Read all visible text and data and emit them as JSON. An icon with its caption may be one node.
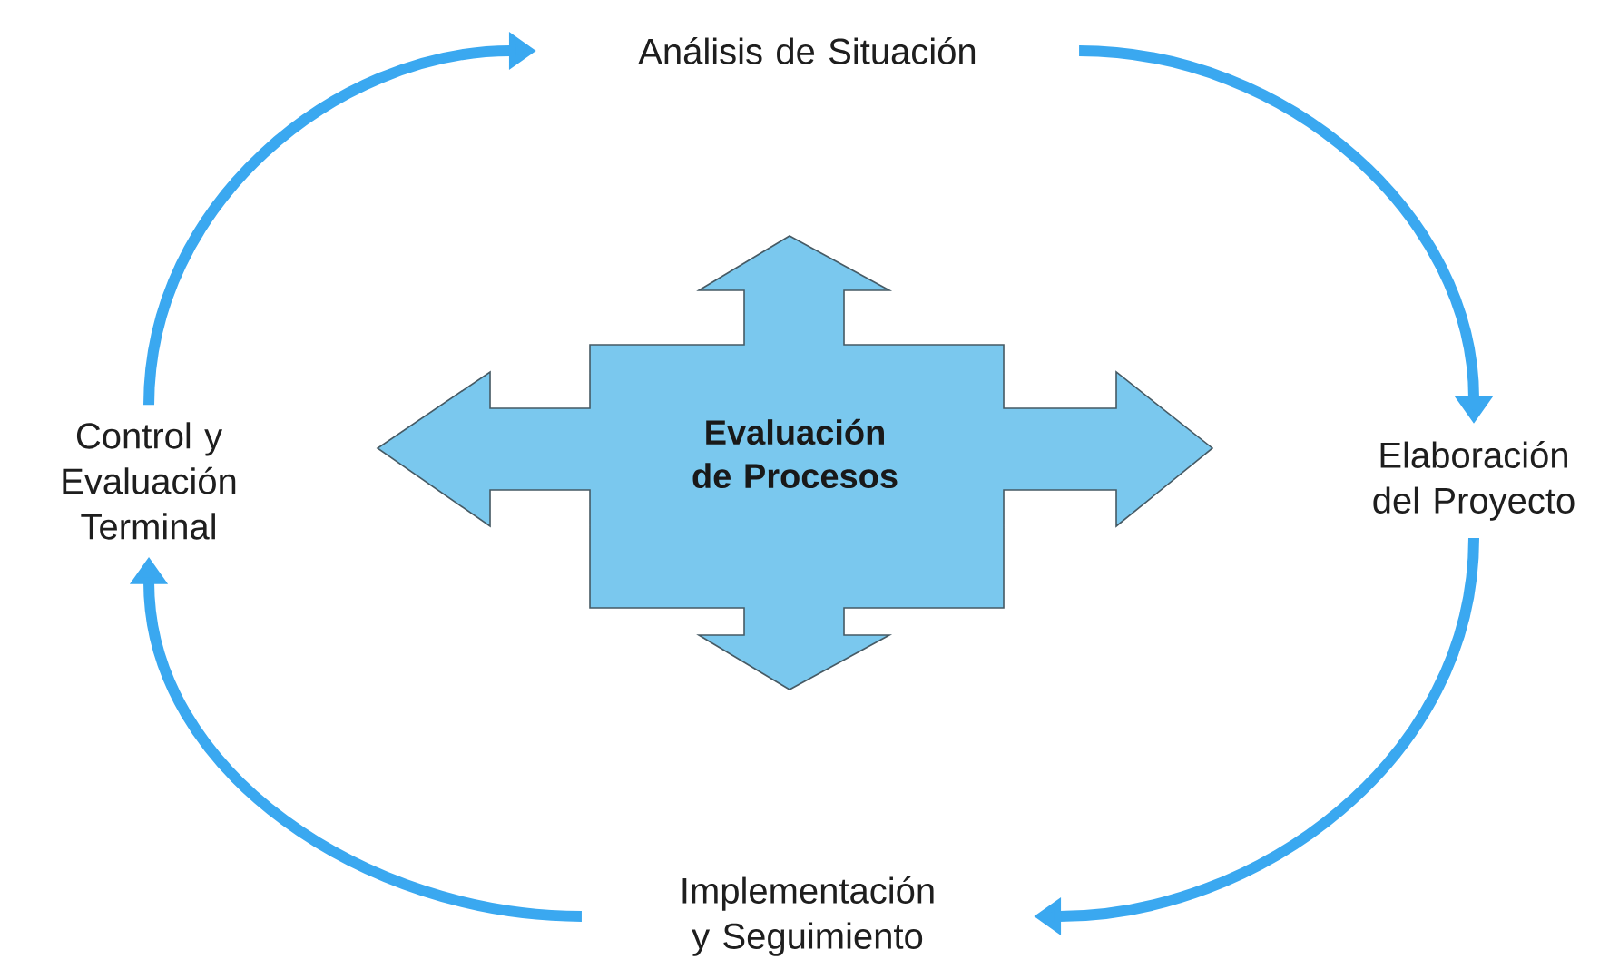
{
  "diagram": {
    "nodes": [
      {
        "text": [
          "Análisis de Situación"
        ]
      },
      {
        "text": [
          "Elaboración del Proyecto"
        ]
      },
      {
        "text": [
          "Implementación y Seguimiento"
        ]
      },
      {
        "text": [
          "Control y Evaluación Terminal"
        ]
      },
      {
        "text": [
          "Evaluación de Procesos"
        ]
      }
    ],
    "edges": [
      {
        "from": 0,
        "to": 1,
        "arrow": "to"
      },
      {
        "from": 1,
        "to": 2,
        "arrow": "to"
      },
      {
        "from": 2,
        "to": 3,
        "arrow": "to"
      },
      {
        "from": 3,
        "to": 0,
        "arrow": "to"
      }
    ]
  }
}
